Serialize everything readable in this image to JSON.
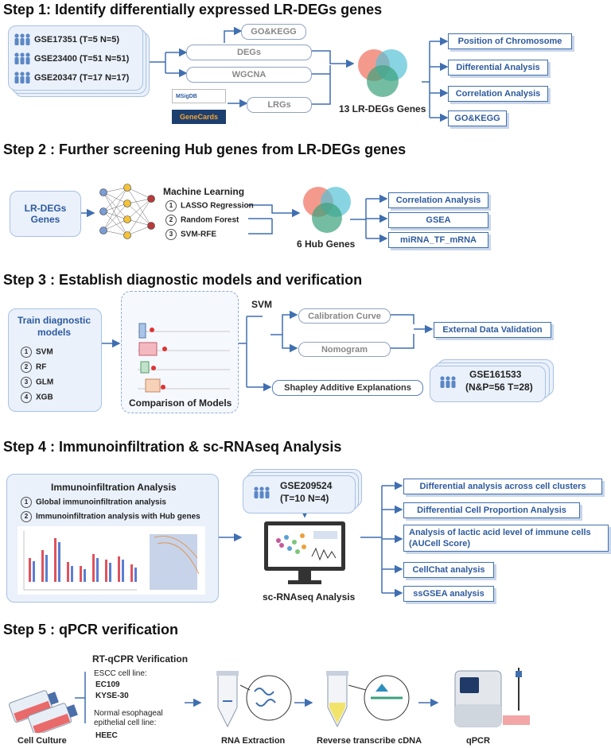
{
  "colors": {
    "accent": "#2d5a9e",
    "line": "#3f6fb0",
    "panel": "#eaf1fb"
  },
  "step1": {
    "title": "Step 1: Identify differentially expressed LR-DEGs genes",
    "datasets": [
      "GSE17351 (T=5 N=5)",
      "GSE23400 (T=51 N=51)",
      "GSE20347 (T=17 N=17)"
    ],
    "goKegg": "GO&KEGG",
    "degs": "DEGs",
    "wgcna": "WGCNA",
    "lrgs": "LRGs",
    "msigdb": "MSigDB",
    "genecards": "GeneCards",
    "genes": "13 LR-DEGs Genes",
    "outputs": [
      "Position of Chromosome",
      "Differential Analysis",
      "Correlation Analysis",
      "GO&KEGG"
    ]
  },
  "step2": {
    "title": "Step 2 : Further screening Hub genes from LR-DEGs genes",
    "input": "LR-DEGs Genes",
    "ml_title": "Machine Learning",
    "ml_items": [
      "LASSO Regression",
      "Random Forest",
      "SVM-RFE"
    ],
    "ml_nums": [
      "1",
      "2",
      "3"
    ],
    "hub": "6 Hub Genes",
    "outputs": [
      "Correlation Analysis",
      "GSEA",
      "miRNA_TF_mRNA"
    ]
  },
  "step3": {
    "title": "Step 3 : Establish diagnostic models and verification",
    "train_title": "Train diagnostic models",
    "models": [
      "SVM",
      "RF",
      "GLM",
      "XGB"
    ],
    "model_nums": [
      "1",
      "2",
      "3",
      "4"
    ],
    "comparison": "Comparison of Models",
    "svm": "SVM",
    "calibration": "Calibration Curve",
    "nomogram": "Nomogram",
    "shap": "Shapley Additive Explanations",
    "external": "External Data Validation",
    "dataset": "GSE161533",
    "dataset_n": "(N&P=56 T=28)"
  },
  "step4": {
    "title": "Step 4 : Immunoinfiltration & sc-RNAseq Analysis",
    "immuno_title": "Immunoinfiltration Analysis",
    "immuno_items": [
      "Global immunoinfiltration analysis",
      "Immunoinfiltration analysis with Hub genes"
    ],
    "immuno_nums": [
      "1",
      "2"
    ],
    "dataset": "GSE209524",
    "dataset_n": "(T=10 N=4)",
    "sc_label": "sc-RNAseq Analysis",
    "outputs": [
      "Differential analysis across cell clusters",
      "Differential Cell Proportion Analysis",
      "Analysis of lactic acid level of immune cells (AUCell Score)",
      "CellChat analysis",
      "ssGSEA analysis"
    ]
  },
  "step5": {
    "title": "Step 5 : qPCR verification",
    "rt_title": "RT-qCPR Verification",
    "escc_label": "ESCC cell line:",
    "escc_lines": [
      "EC109",
      "KYSE-30"
    ],
    "normal_label": "Normal esophageal epithelial cell line:",
    "normal_line": "HEEC",
    "stages": [
      "Cell Culture",
      "RNA Extraction",
      "Reverse transcribe cDNA",
      "qPCR"
    ]
  }
}
